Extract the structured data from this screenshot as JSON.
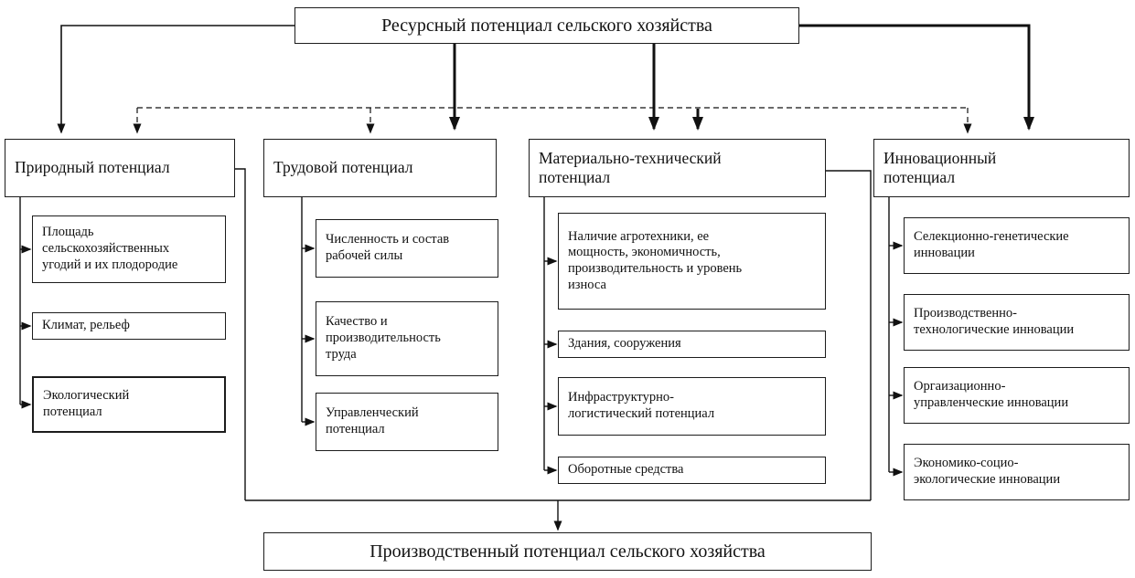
{
  "diagram": {
    "root": "Ресурсный потенциал сельского хозяйства",
    "bottom": "Производственный потенциал сельского хозяйства",
    "columns": [
      {
        "title": "Природный потенциал",
        "items": [
          "Площадь\nсельскохозяйственных\nугодий и их плодородие",
          "Климат, рельеф",
          "Экологический\nпотенциал"
        ]
      },
      {
        "title": "Трудовой потенциал",
        "items": [
          "Численность и состав\nрабочей силы",
          "Качество и\nпроизводительность\nтруда",
          "Управленческий\nпотенциал"
        ]
      },
      {
        "title": "Материально-технический\nпотенциал",
        "items": [
          "Наличие агротехники, ее\nмощность, экономичность,\nпроизводительность и уровень\nизноса",
          "Здания, сооружения",
          "Инфраструктурно-\nлогистический потенциал",
          "Оборотные средства"
        ]
      },
      {
        "title": "Инновационный\nпотенциал",
        "items": [
          "Селекционно-генетические\nинновации",
          "Производственно-\nтехнологические инновации",
          "Оргаизационно-\nуправленческие инновации",
          "Экономико-социо-\nэкологические инновации"
        ]
      }
    ]
  }
}
